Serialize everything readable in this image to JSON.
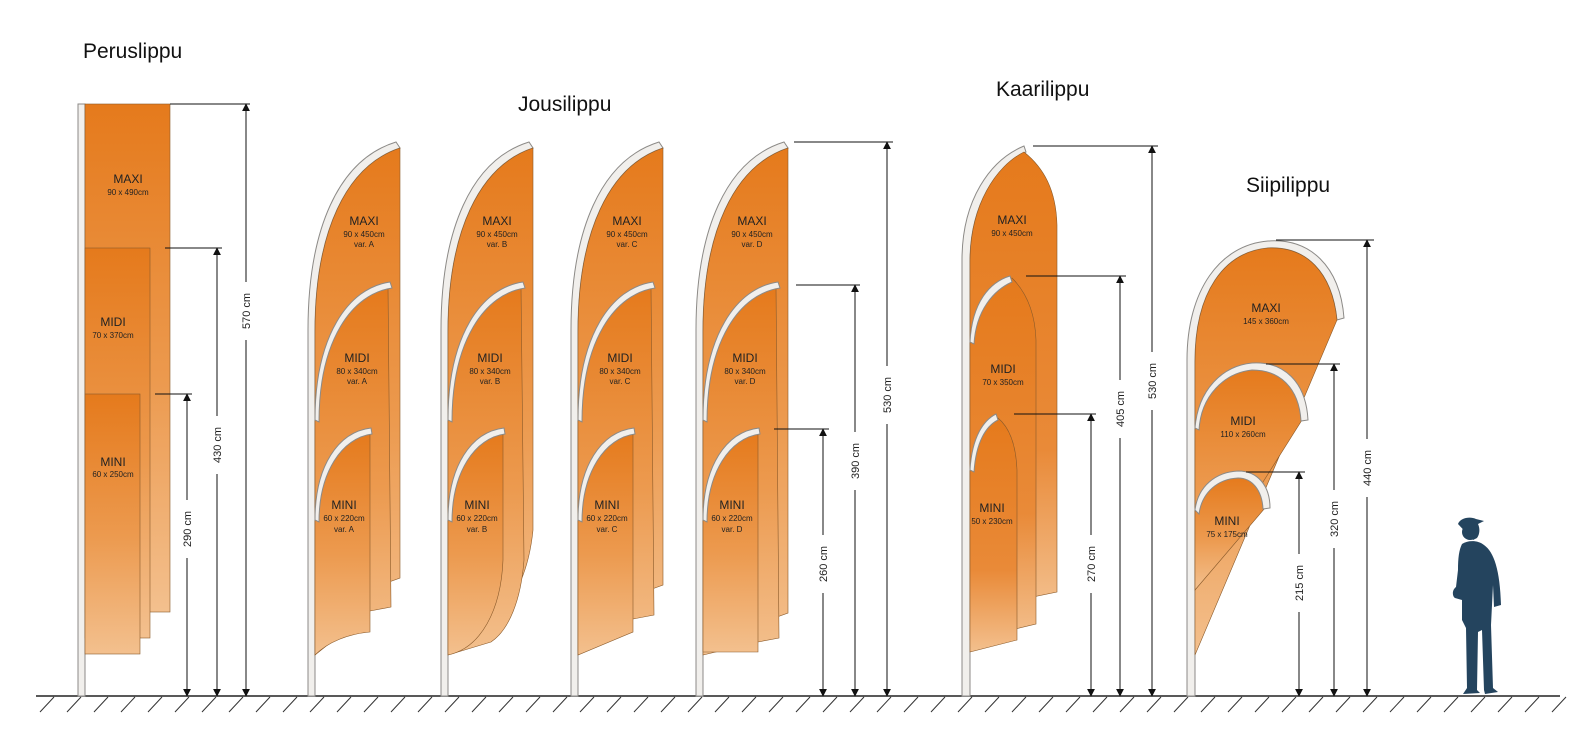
{
  "groups": {
    "peruslippu": {
      "title": "Peruslippu",
      "flags": [
        {
          "name": "MAXI",
          "size": "90 x 490cm"
        },
        {
          "name": "MIDI",
          "size": "70 x 370cm"
        },
        {
          "name": "MINI",
          "size": "60 x 250cm"
        }
      ],
      "dims": [
        "570 cm",
        "430 cm",
        "290 cm"
      ]
    },
    "jousilippu": {
      "title": "Jousilippu",
      "variants": [
        {
          "maxi": "MAXI",
          "maxi_size": "90 x 450cm",
          "maxi_var": "var. A",
          "midi": "MIDI",
          "midi_size": "80 x 340cm",
          "midi_var": "var. A",
          "mini": "MINI",
          "mini_size": "60 x 220cm",
          "mini_var": "var. A"
        },
        {
          "maxi": "MAXI",
          "maxi_size": "90 x 450cm",
          "maxi_var": "var. B",
          "midi": "MIDI",
          "midi_size": "80 x 340cm",
          "midi_var": "var. B",
          "mini": "MINI",
          "mini_size": "60 x 220cm",
          "mini_var": "var. B"
        },
        {
          "maxi": "MAXI",
          "maxi_size": "90 x 450cm",
          "maxi_var": "var. C",
          "midi": "MIDI",
          "midi_size": "80 x 340cm",
          "midi_var": "var. C",
          "mini": "MINI",
          "mini_size": "60 x 220cm",
          "mini_var": "var. C"
        },
        {
          "maxi": "MAXI",
          "maxi_size": "90 x 450cm",
          "maxi_var": "var. D",
          "midi": "MIDI",
          "midi_size": "80 x 340cm",
          "midi_var": "var. D",
          "mini": "MINI",
          "mini_size": "60 x 220cm",
          "mini_var": "var. D"
        }
      ],
      "dims": [
        "530 cm",
        "390 cm",
        "260 cm"
      ]
    },
    "kaarilippu": {
      "title": "Kaarilippu",
      "flags": [
        {
          "name": "MAXI",
          "size": "90 x 450cm"
        },
        {
          "name": "MIDI",
          "size": "70 x 350cm"
        },
        {
          "name": "MINI",
          "size": "50 x 230cm"
        }
      ],
      "dims": [
        "530 cm",
        "405 cm",
        "270 cm"
      ]
    },
    "siipilippu": {
      "title": "Siipilippu",
      "flags": [
        {
          "name": "MAXI",
          "size": "145 x 360cm"
        },
        {
          "name": "MIDI",
          "size": "110 x 260cm"
        },
        {
          "name": "MINI",
          "size": "75 x 175cm"
        }
      ],
      "dims": [
        "440 cm",
        "320 cm",
        "215 cm"
      ]
    }
  },
  "colors": {
    "flag_top": "#e57a1c",
    "flag_bottom": "#f3c08e",
    "pole": "#f1efec",
    "person": "#24445e"
  },
  "icons": {
    "person": "person-silhouette-icon",
    "arrow": "dimension-arrow-icon"
  }
}
